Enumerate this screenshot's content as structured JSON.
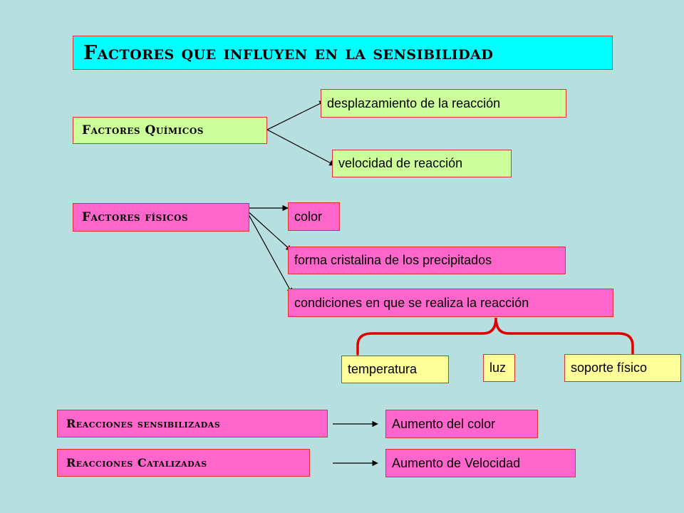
{
  "colors": {
    "background": "#b7dfe0",
    "title_fill": "#00ffff",
    "chemical_fill": "#ccff99",
    "physical_fill": "#ff66cc",
    "result_fill": "#ffff99",
    "border": "#dd3333",
    "brace": "#e00000"
  },
  "title": "Factores que influyen en la sensibilidad",
  "chemical": {
    "label": "Factores Químicos",
    "items": [
      "desplazamiento de la reacción",
      "velocidad de reacción"
    ]
  },
  "physical": {
    "label": "Factores físicos",
    "items": [
      "color",
      "forma cristalina de los precipitados",
      "condiciones en que se realiza la reacción"
    ],
    "conditions": [
      "temperatura",
      "luz",
      "soporte físico"
    ]
  },
  "reactions": [
    {
      "label": "Reacciones sensibilizadas",
      "result": "Aumento del color"
    },
    {
      "label": "Reacciones Catalizadas",
      "result": "Aumento de Velocidad"
    }
  ]
}
